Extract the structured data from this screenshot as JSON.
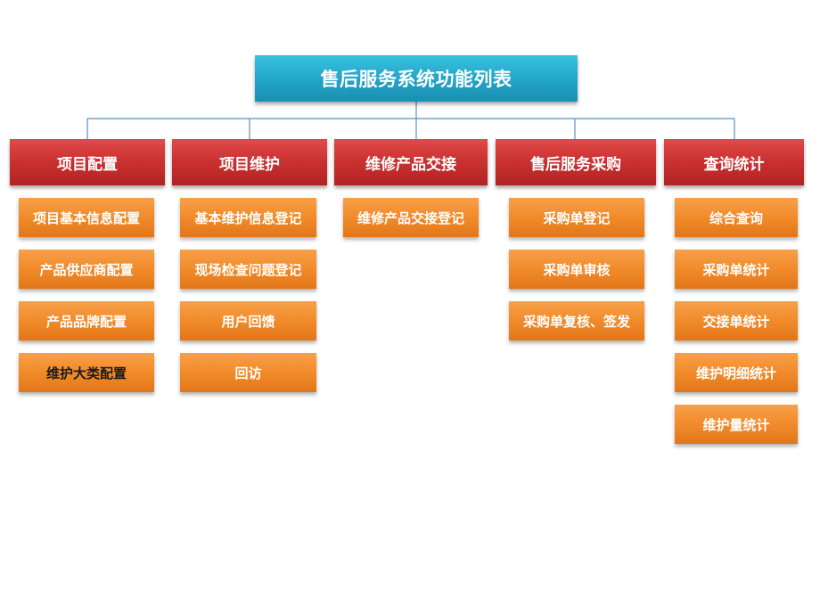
{
  "title": "售后服务系统功能列表",
  "colors": {
    "root": "#23a6c9",
    "category": "#c93130",
    "item": "#f18b2a",
    "connector": "#5b8fbf"
  },
  "columns": [
    {
      "label": "项目配置",
      "items": [
        "项目基本信息配置",
        "产品供应商配置",
        "产品品牌配置",
        "维护大类配置"
      ]
    },
    {
      "label": "项目维护",
      "items": [
        "基本维护信息登记",
        "现场检查问题登记",
        "用户回馈",
        "回访"
      ]
    },
    {
      "label": "维修产品交接",
      "items": [
        "维修产品交接登记"
      ]
    },
    {
      "label": "售后服务采购",
      "items": [
        "采购单登记",
        "采购单审核",
        "采购单复核、签发"
      ]
    },
    {
      "label": "查询统计",
      "items": [
        "综合查询",
        "采购单统计",
        "交接单统计",
        "维护明细统计",
        "维护量统计"
      ]
    }
  ]
}
